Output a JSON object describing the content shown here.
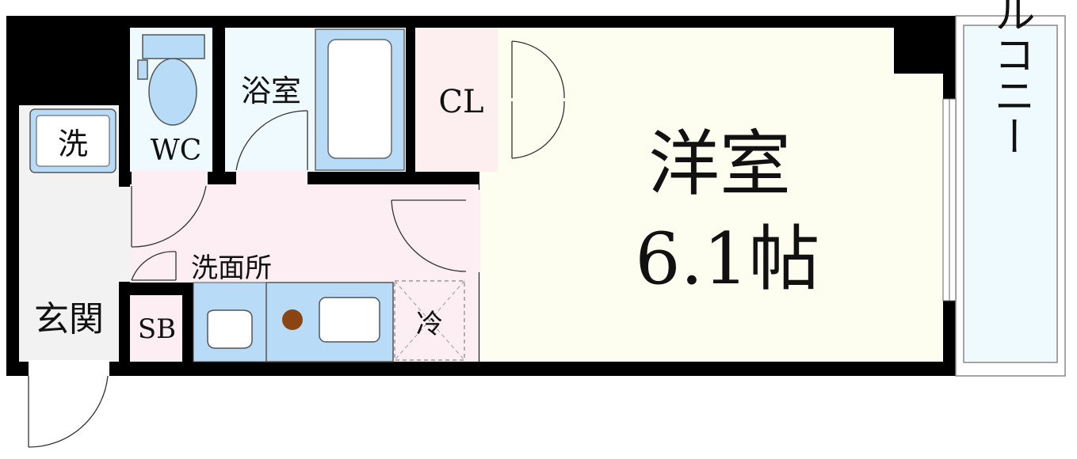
{
  "rooms": {
    "western_room": {
      "name": "洋室",
      "size": "6.1帖"
    },
    "balcony": "バルコニー",
    "bathroom": "浴室",
    "toilet": "WC",
    "closet": "CL",
    "washing_machine": "洗",
    "washroom": "洗面所",
    "entrance": "玄関",
    "shoe_box": "SB",
    "fridge": "冷"
  },
  "colors": {
    "wall": "#000000",
    "western_room": "#fdfdf0",
    "washroom": "#fdeef4",
    "toilet": "#eefafd",
    "bath_tub": "#b8dcf8",
    "closet": "#fdeef0",
    "entrance": "#f2f2f2",
    "balcony": "#eefafd",
    "stove_burner": "#8b4513"
  }
}
